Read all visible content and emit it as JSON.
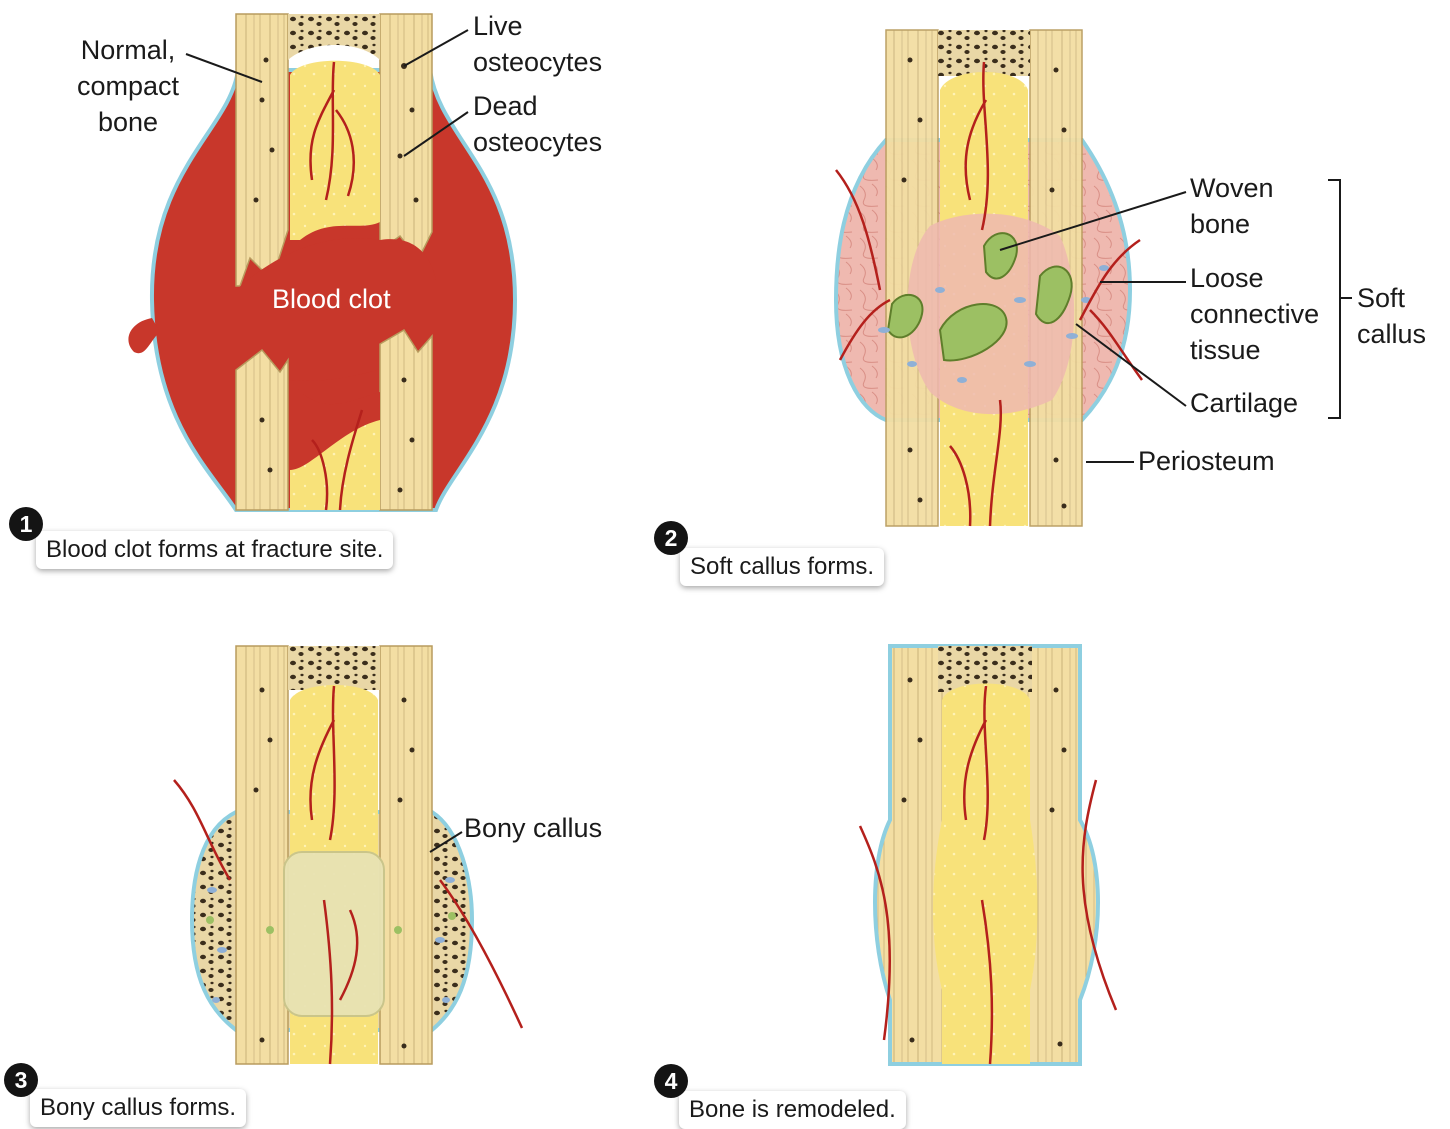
{
  "panels": [
    {
      "step": "1",
      "caption": "Blood clot forms at fracture site.",
      "labels": {
        "normal_bone": "Normal,\ncompact\nbone",
        "live_osteocytes": "Live\nosteocytes",
        "dead_osteocytes": "Dead\nosteocytes",
        "blood_clot": "Blood clot"
      }
    },
    {
      "step": "2",
      "caption": "Soft callus forms.",
      "labels": {
        "woven_bone": "Woven\nbone",
        "loose_connective_tissue": "Loose\nconnective\ntissue",
        "cartilage": "Cartilage",
        "periosteum": "Periosteum",
        "soft_callus": "Soft\ncallus"
      }
    },
    {
      "step": "3",
      "caption": "Bony callus forms.",
      "labels": {
        "bony_callus": "Bony callus"
      }
    },
    {
      "step": "4",
      "caption": "Bone is remodeled.",
      "labels": {}
    }
  ],
  "colors": {
    "compact_bone": "#f3dea3",
    "marrow": "#f8e27a",
    "spongy_bone": "#e9d7a6",
    "blood_clot": "#c8372b",
    "vessel": "#b4201c",
    "periosteum": "#8ecfe0",
    "soft_callus": "#efb9b0",
    "woven_bone": "#9cc063",
    "cartilage": "#8fb0d6",
    "bony_callus_fill": "#e8e3b3",
    "badge": "#141414"
  }
}
